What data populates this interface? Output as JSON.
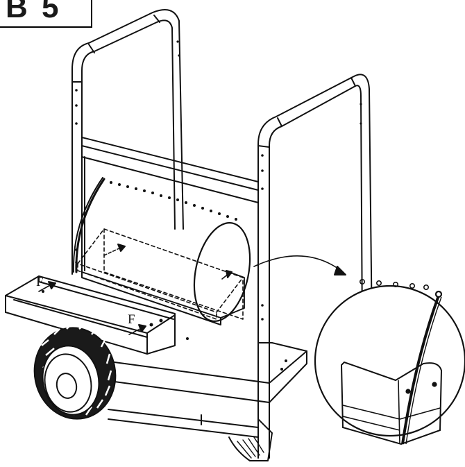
{
  "step": {
    "label": "B 5"
  },
  "fasteners": [
    {
      "label": "F"
    },
    {
      "label": "F"
    }
  ],
  "colors": {
    "line": "#111111",
    "panel": "#ffffff",
    "wheel_tread": "#1a1a1a"
  }
}
